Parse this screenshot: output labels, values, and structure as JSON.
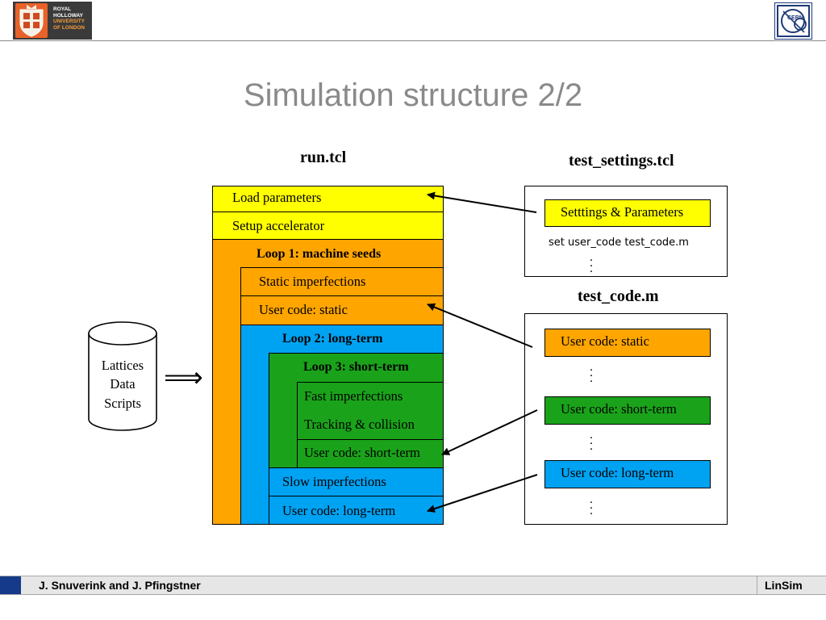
{
  "header": {
    "institution_logo_lines": [
      "ROYAL",
      "HOLLOWAY",
      "UNIVERSITY",
      "OF LONDON"
    ],
    "cern_logo_text": "CERN"
  },
  "title": "Simulation structure 2/2",
  "run_tcl": {
    "title": "run.tcl",
    "load_parameters": "Load parameters",
    "setup_accelerator": "Setup accelerator",
    "loop1": "Loop 1: machine seeds",
    "static_imperfections": "Static imperfections",
    "user_code_static": "User code: static",
    "loop2": "Loop 2: long-term",
    "loop3": "Loop 3: short-term",
    "fast_imperfections": "Fast imperfections",
    "tracking_collision": "Tracking & collision",
    "user_code_short_term": "User code: short-term",
    "slow_imperfections": "Slow imperfections",
    "user_code_long_term": "User code: long-term"
  },
  "inputs": {
    "line1": "Lattices",
    "line2": "Data",
    "line3": "Scripts",
    "arrow": "⟹"
  },
  "test_settings": {
    "title": "test_settings.tcl",
    "settings_box": "Setttings & Parameters",
    "set_line": "set user_code test_code.m"
  },
  "test_code": {
    "title": "test_code.m",
    "static": "User code: static",
    "short_term": "User code: short-term",
    "long_term": "User code: long-term"
  },
  "footer": {
    "authors": "J. Snuverink and J. Pfingstner",
    "project": "LinSim"
  },
  "colors": {
    "yellow": "#ffff00",
    "orange": "#ffa500",
    "blue": "#00a2f2",
    "green": "#1aa31a",
    "title_gray": "#8a8a8a"
  }
}
